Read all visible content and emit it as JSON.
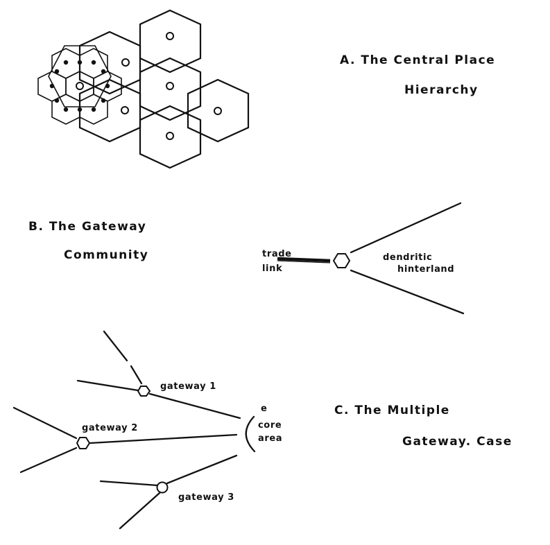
{
  "sections": {
    "a": {
      "label_line1": "A.   The Central Place",
      "label_line2": "Hierarchy"
    },
    "b": {
      "label_line1": "B. The Gateway",
      "label_line2": "Community",
      "trade_label_1": "trade",
      "trade_label_2": "link",
      "hinterland_label_1": "dendritic",
      "hinterland_label_2": "hinterland"
    },
    "c": {
      "label_line1": "C.   The Multiple",
      "label_line2": "Gateway. Case",
      "gateway_1": "gateway 1",
      "gateway_2": "gateway 2",
      "gateway_3": "gateway 3",
      "core_mark": "e",
      "core_label_1": "core",
      "core_label_2": "area"
    }
  },
  "colors": {
    "ink": "#111111",
    "paper": "#ffffff"
  }
}
